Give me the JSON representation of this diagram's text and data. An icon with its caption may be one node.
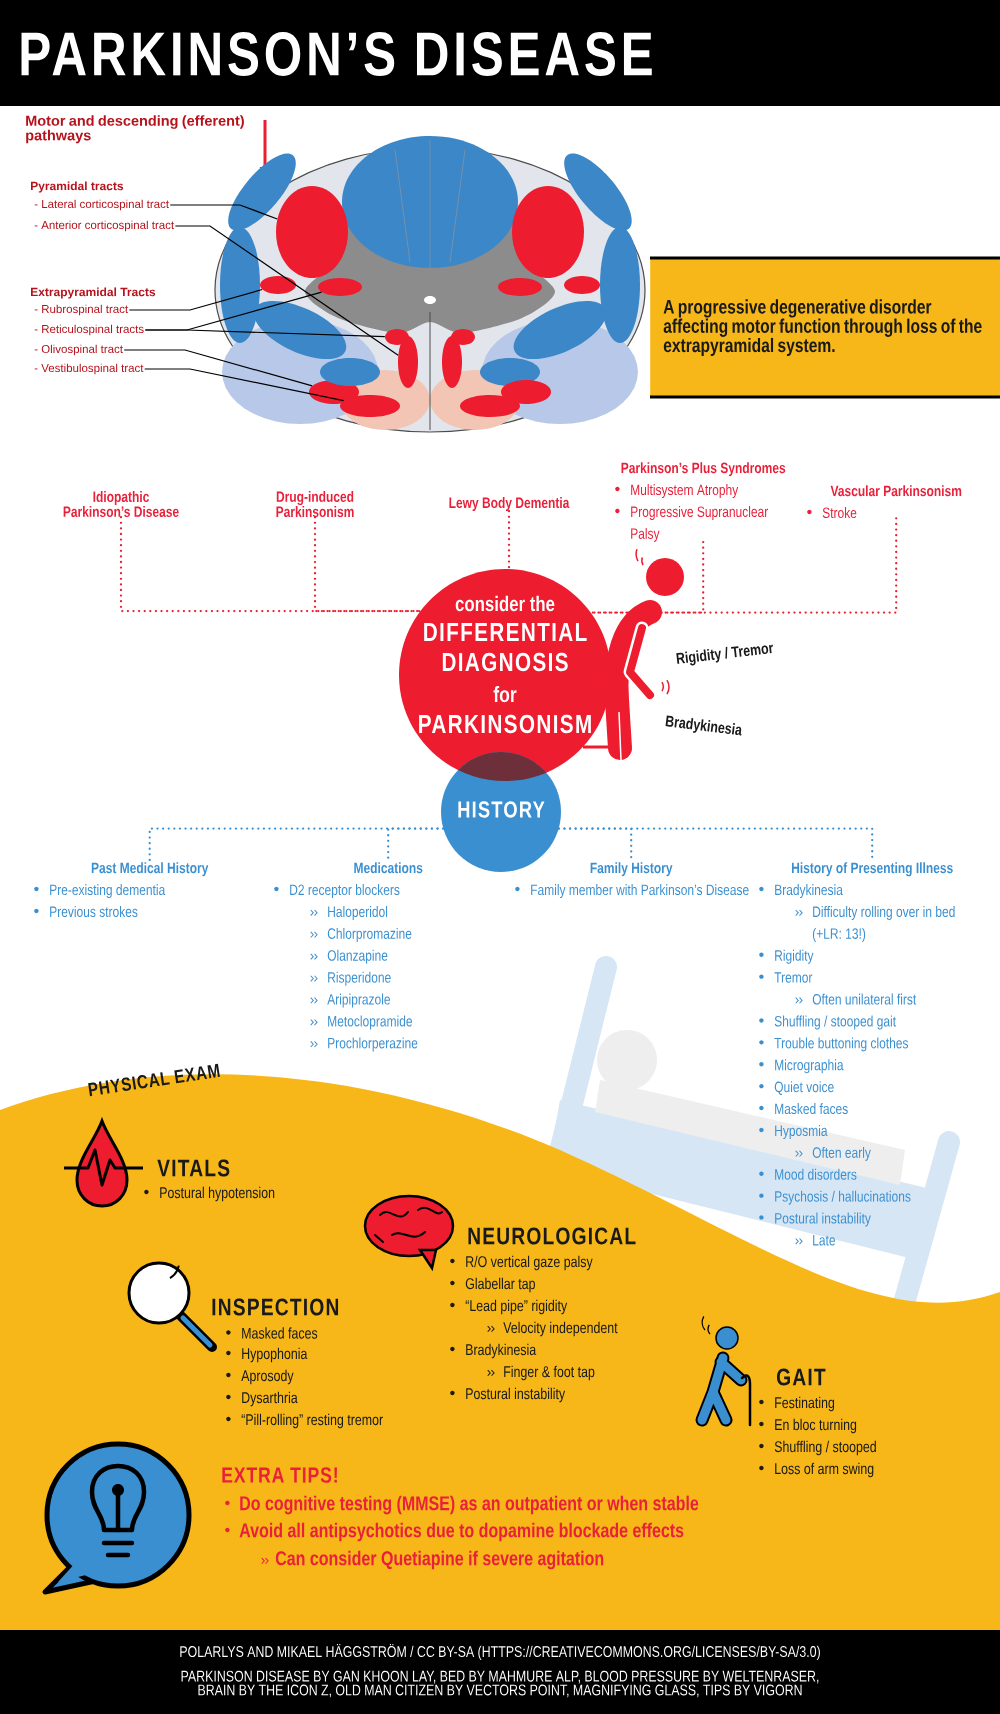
{
  "diagram": {
    "title": "PARKINSON’S DISEASE",
    "nodes": [
      {
        "text": [
          "- Lateral corticospinal tract"
        ]
      },
      {
        "text": [
          "- Anterior corticospinal tract"
        ]
      },
      {
        "text": [
          "- Rubrospinal tract"
        ]
      },
      {
        "text": [
          "- Reticulospinal tracts"
        ]
      },
      {
        "text": [
          "- Olivospinal tract"
        ]
      },
      {
        "text": [
          "- Vestibulospinal tract"
        ]
      },
      {
        "text": [
          "A progressive degenerative disorder affecting motor function through loss of the extrapyramidal system."
        ]
      },
      {
        "text": [
          "Idiopathic Parkinson’s Disease"
        ]
      },
      {
        "text": [
          "Drug-induced Parkinsonism"
        ]
      },
      {
        "text": [
          "Lewy Body Dementia"
        ]
      },
      {
        "text": [
          "Parkinson’s Plus Syndromes",
          "Multisystem Atrophy",
          "Progressive Supranuclear Palsy"
        ]
      },
      {
        "text": [
          "Vascular Parkinsonism",
          "Stroke"
        ]
      },
      {
        "text": [
          "consider the",
          "DIFFERENTIAL DIAGNOSIS",
          "for",
          "PARKINSONISM"
        ]
      },
      {
        "text": [
          "HISTORY"
        ]
      },
      {
        "text": [
          "Past Medical History",
          "Pre-existing dementia",
          "Previous strokes"
        ]
      },
      {
        "text": [
          "Medications",
          "D2 receptor blockers",
          "Haloperidol",
          "Chlorpromazine",
          "Olanzapine",
          "Risperidone",
          "Aripiprazole",
          "Metoclopramide",
          "Prochlorperazine"
        ]
      },
      {
        "text": [
          "Family History",
          "Family member with Parkinson’s Disease"
        ]
      },
      {
        "text": [
          "History of Presenting Illness",
          "Bradykinesia",
          "Difficulty rolling over in bed (+LR: 13!)",
          "Rigidity",
          "Tremor",
          "Often unilateral first",
          "Shuffling / stooped gait",
          "Trouble buttoning clothes",
          "Micrographia",
          "Quiet voice",
          "Masked faces",
          "Hyposmia",
          "Often early",
          "Mood disorders",
          "Psychosis / hallucinations",
          "Postural instability",
          "Late"
        ]
      },
      {
        "text": [],
        "shape": "ellipse"
      },
      {
        "text": [],
        "shape": "ellipse"
      },
      {
        "text": [],
        "shape": "ellipse"
      },
      {
        "text": [],
        "shape": "ellipse"
      },
      {
        "text": [],
        "shape": "ellipse"
      },
      {
        "text": [],
        "shape": "ellipse"
      },
      {
        "text": [],
        "shape": "ellipse"
      },
      {
        "text": [],
        "shape": "ellipse"
      },
      {
        "text": [],
        "shape": "ellipse"
      },
      {
        "text": [],
        "shape": "ellipse"
      },
      {
        "text": [],
        "shape": "ellipse"
      },
      {
        "text": [],
        "shape": "ellipse"
      },
      {
        "text": [],
        "shape": "ellipse"
      },
      {
        "text": [],
        "shape": "ellipse"
      },
      {
        "text": [],
        "shape": "ellipse"
      },
      {
        "text": [],
        "shape": "ellipse"
      },
      {
        "text": [],
        "shape": "ellipse"
      },
      {
        "text": [],
        "shape": "ellipse"
      },
      {
        "text": [],
        "shape": "ellipse"
      },
      {
        "text": [],
        "shape": "ellipse"
      },
      {
        "text": [],
        "shape": "ellipse"
      },
      {
        "text": [],
        "shape": "ellipse"
      }
    ],
    "edges": [
      {
        "from": 0,
        "to": 22,
        "arrow": "none"
      },
      {
        "from": 1,
        "to": 28,
        "arrow": "none"
      },
      {
        "from": 2,
        "to": 20,
        "arrow": "none"
      },
      {
        "from": 3,
        "to": 24,
        "arrow": "none"
      },
      {
        "from": 3,
        "to": 27,
        "arrow": "none"
      },
      {
        "from": 4,
        "to": 23,
        "arrow": "none"
      },
      {
        "from": 5,
        "to": 26,
        "arrow": "none"
      },
      {
        "from": 7,
        "to": 12,
        "arrow": "none",
        "style": "dashed",
        "color": "#ed1c2e"
      },
      {
        "from": 8,
        "to": 12,
        "arrow": "none",
        "style": "dashed",
        "color": "#ed1c2e"
      },
      {
        "from": 9,
        "to": 12,
        "arrow": "none",
        "style": "dashed",
        "color": "#ed1c2e"
      },
      {
        "from": 10,
        "to": 12,
        "arrow": "none",
        "style": "dashed",
        "color": "#ed1c2e"
      },
      {
        "from": 11,
        "to": 12,
        "arrow": "none",
        "style": "dashed",
        "color": "#ed1c2e"
      },
      {
        "from": 13,
        "to": 14,
        "arrow": "none",
        "style": "dashed",
        "color": "#3a8fd0"
      },
      {
        "from": 13,
        "to": 15,
        "arrow": "none",
        "style": "dashed",
        "color": "#3a8fd0"
      },
      {
        "from": 13,
        "to": 16,
        "arrow": "none",
        "style": "dashed",
        "color": "#3a8fd0"
      },
      {
        "from": 13,
        "to": 17,
        "arrow": "none",
        "style": "dashed",
        "color": "#3a8fd0"
      }
    ],
    "labels": [
      "Motor and descending (efferent) pathways",
      "Pyramidal tracts",
      "Extrapyramidal Tracts",
      "Rigidity / Tremor",
      "Bradykinesia",
      "PHYSICAL EXAM",
      "VITALS",
      "Postural hypotension",
      "NEUROLOGICAL",
      "R/O vertical gaze palsy",
      "Glabellar tap",
      "“Lead pipe” rigidity",
      "Velocity independent",
      "Bradykinesia",
      "Finger & foot tap",
      "Postural instability",
      "INSPECTION",
      "Masked faces",
      "Hypophonia",
      "Aprosody",
      "Dysarthria",
      "“Pill-rolling” resting tremor",
      "GAIT",
      "Festinating",
      "En bloc turning",
      "Shuffling / stooped",
      "Loss of arm swing",
      "EXTRA TIPS!",
      "Do cognitive testing (MMSE) as an outpatient or when stable",
      "Avoid all antipsychotics due to dopamine blockade effects",
      "Can consider Quetiapine if severe agitation",
      "POLARLYS AND MIKAEL HÄGGSTRÖM / CC BY-SA (HTTPS://CREATIVECOMMONS.ORG/LICENSES/BY-SA/3.0)",
      "PARKINSON DISEASE BY GAN KHOON LAY, BED BY MAHMURE ALP, BLOOD PRESSURE BY WELTENRASER, BRAIN BY THE ICON Z, OLD MAN CITIZEN BY VECTORS POINT, MAGNIFYING GLASS, TIPS BY VIGORN"
    ]
  }
}
